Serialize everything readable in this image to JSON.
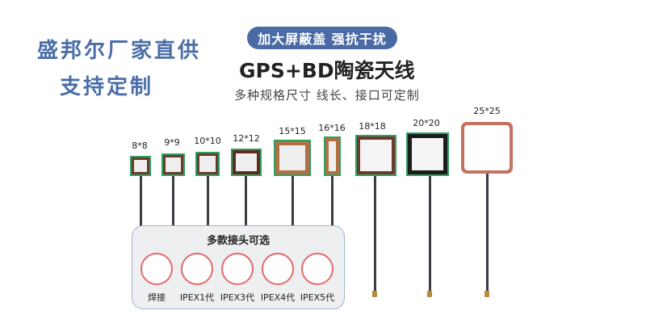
{
  "left_slogan": {
    "line1": "盛邦尔厂家直供",
    "line2": "支持定制"
  },
  "badge": {
    "text": "加大屏蔽盖 强抗干扰"
  },
  "title": "GPS+BD陶瓷天线",
  "subtitle": "多种规格尺寸  线长、接口可定制",
  "antennas": [
    {
      "label": "8*8"
    },
    {
      "label": "9*9"
    },
    {
      "label": "10*10"
    },
    {
      "label": "12*12"
    },
    {
      "label": "15*15"
    },
    {
      "label": "16*16"
    },
    {
      "label": "18*18"
    },
    {
      "label": "20*20"
    },
    {
      "label": "25*25"
    }
  ],
  "connectors": {
    "title": "多款接头可选",
    "items": [
      {
        "label": "焊接"
      },
      {
        "label": "IPEX1代"
      },
      {
        "label": "IPEX3代"
      },
      {
        "label": "IPEX4代"
      },
      {
        "label": "IPEX5代"
      }
    ]
  },
  "colors": {
    "brand_blue": "#4a6ea8",
    "pcb_green": "#2fa05f",
    "ring_red": "#e36a6a"
  }
}
